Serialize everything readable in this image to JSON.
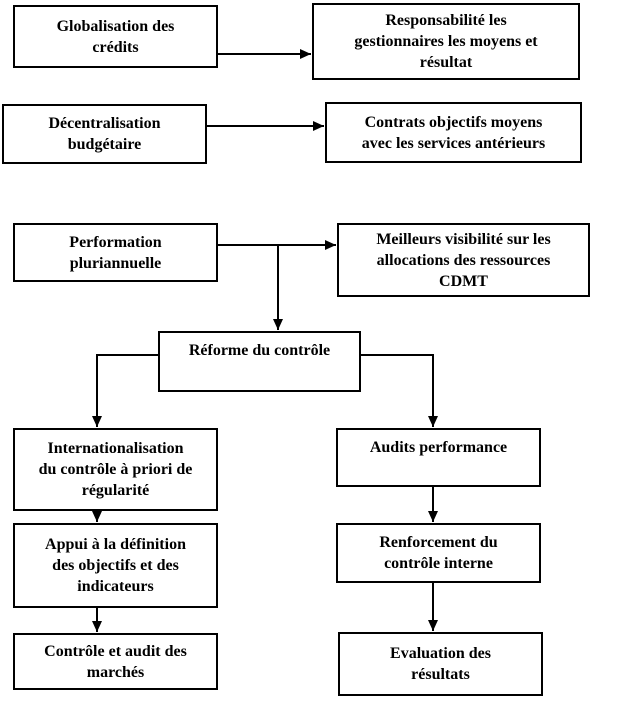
{
  "diagram": {
    "type": "flowchart",
    "colors": {
      "background": "#ffffff",
      "box_fill": "#ffffff",
      "box_border": "#000000",
      "text": "#000000",
      "arrow": "#000000"
    },
    "boxes": [
      {
        "id": "globalisation-des-credits",
        "label": "Globalisation des\ncrédits"
      },
      {
        "id": "responsabilite-gestionnaires",
        "label": "Responsabilité les\ngestionnaires les moyens et\nrésultat"
      },
      {
        "id": "decentralisation-budgetaire",
        "label": "Décentralisation\nbudgétaire"
      },
      {
        "id": "contrats-objectifs-moyens",
        "label": "Contrats objectifs moyens\navec les services antérieurs"
      },
      {
        "id": "performation-pluriannuelle",
        "label": "Performation\npluriannuelle"
      },
      {
        "id": "meilleurs-visibilite-cdmt",
        "label": "Meilleurs visibilité sur les\nallocations des ressources\nCDMT"
      },
      {
        "id": "reforme-du-controle",
        "label": "Réforme du contrôle"
      },
      {
        "id": "internationalisation-controle",
        "label": "Internationalisation\ndu contrôle à priori de\nrégularité"
      },
      {
        "id": "audits-performance",
        "label": "Audits performance"
      },
      {
        "id": "appui-definition-objectifs",
        "label": "Appui à la définition\ndes objectifs et des\nindicateurs"
      },
      {
        "id": "renforcement-controle-interne",
        "label": "Renforcement du\ncontrôle interne"
      },
      {
        "id": "controle-audit-marches",
        "label": "Contrôle et audit des\nmarchés"
      },
      {
        "id": "evaluation-resultats",
        "label": "Evaluation des\nrésultats"
      }
    ],
    "edges": [
      {
        "from": "globalisation-des-credits",
        "to": "responsabilite-gestionnaires"
      },
      {
        "from": "decentralisation-budgetaire",
        "to": "contrats-objectifs-moyens"
      },
      {
        "from": "performation-pluriannuelle",
        "to": "meilleurs-visibilite-cdmt"
      },
      {
        "from": "performation-pluriannuelle",
        "to": "reforme-du-controle"
      },
      {
        "from": "reforme-du-controle",
        "to": "internationalisation-controle"
      },
      {
        "from": "reforme-du-controle",
        "to": "audits-performance"
      },
      {
        "from": "internationalisation-controle",
        "to": "appui-definition-objectifs"
      },
      {
        "from": "appui-definition-objectifs",
        "to": "controle-audit-marches"
      },
      {
        "from": "audits-performance",
        "to": "renforcement-controle-interne"
      },
      {
        "from": "renforcement-controle-interne",
        "to": "evaluation-resultats"
      }
    ]
  }
}
